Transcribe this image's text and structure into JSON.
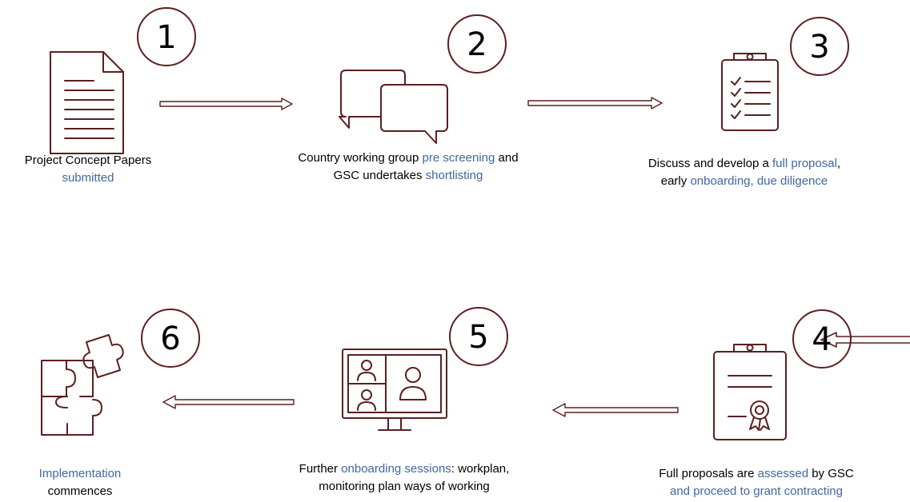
{
  "colors": {
    "icon": "#5c1f1f",
    "highlight": "#3f67a3",
    "text": "#000000"
  },
  "steps": [
    {
      "number": "1",
      "icon": "document-icon",
      "caption": [
        [
          {
            "t": "Project Concept Papers",
            "h": false
          }
        ],
        [
          {
            "t": "submitted",
            "h": true
          }
        ]
      ]
    },
    {
      "number": "2",
      "icon": "chat-bubbles-icon",
      "caption": [
        [
          {
            "t": "Country working group ",
            "h": false
          },
          {
            "t": "pre screening",
            "h": true
          },
          {
            "t": " and",
            "h": false
          }
        ],
        [
          {
            "t": "GSC undertakes ",
            "h": false
          },
          {
            "t": "shortlisting",
            "h": true
          }
        ]
      ]
    },
    {
      "number": "3",
      "icon": "checklist-clipboard-icon",
      "caption": [
        [
          {
            "t": "Discuss and develop a ",
            "h": false
          },
          {
            "t": "full proposal",
            "h": true
          },
          {
            "t": ",",
            "h": false
          }
        ],
        [
          {
            "t": "early ",
            "h": false
          },
          {
            "t": "onboarding, due diligence",
            "h": true
          }
        ]
      ]
    },
    {
      "number": "4",
      "icon": "certificate-clipboard-icon",
      "caption": [
        [
          {
            "t": "Full proposals are ",
            "h": false
          },
          {
            "t": "assessed",
            "h": true
          },
          {
            "t": " by GSC",
            "h": false
          }
        ],
        [
          {
            "t": "and proceed to grant contracting",
            "h": true
          }
        ]
      ]
    },
    {
      "number": "5",
      "icon": "video-call-monitor-icon",
      "caption": [
        [
          {
            "t": "Further ",
            "h": false
          },
          {
            "t": "onboarding sessions",
            "h": true
          },
          {
            "t": ": workplan,",
            "h": false
          }
        ],
        [
          {
            "t": "monitoring plan ways of working",
            "h": false
          }
        ]
      ]
    },
    {
      "number": "6",
      "icon": "puzzle-pieces-icon",
      "caption": [
        [
          {
            "t": "Implementation",
            "h": true
          }
        ],
        [
          {
            "t": "commences",
            "h": false
          }
        ]
      ]
    }
  ]
}
